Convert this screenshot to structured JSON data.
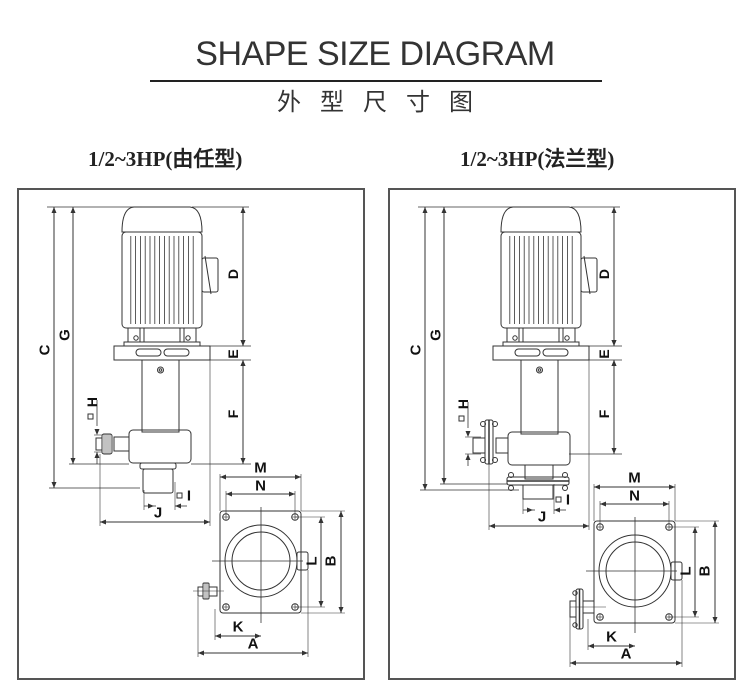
{
  "header": {
    "title_en": "SHAPE SIZE DIAGRAM",
    "title_cn": "外型尺寸图"
  },
  "diagrams": [
    {
      "id": "union",
      "subtitle": "1/2~3HP(由任型)",
      "connection_type": "union",
      "dimension_labels": {
        "A": "A",
        "B": "B",
        "C": "C",
        "D": "D",
        "E": "E",
        "F": "F",
        "G": "G",
        "H": "H",
        "I": "I",
        "J": "J",
        "K": "K",
        "L": "L",
        "M": "M",
        "N": "N"
      }
    },
    {
      "id": "flange",
      "subtitle": "1/2~3HP(法兰型)",
      "connection_type": "flange",
      "dimension_labels": {
        "A": "A",
        "B": "B",
        "C": "C",
        "D": "D",
        "E": "E",
        "F": "F",
        "G": "G",
        "H": "H",
        "I": "I",
        "J": "J",
        "K": "K",
        "L": "L",
        "M": "M",
        "N": "N"
      }
    }
  ],
  "colors": {
    "line": "#333333",
    "border": "#555555",
    "text": "#222222"
  }
}
